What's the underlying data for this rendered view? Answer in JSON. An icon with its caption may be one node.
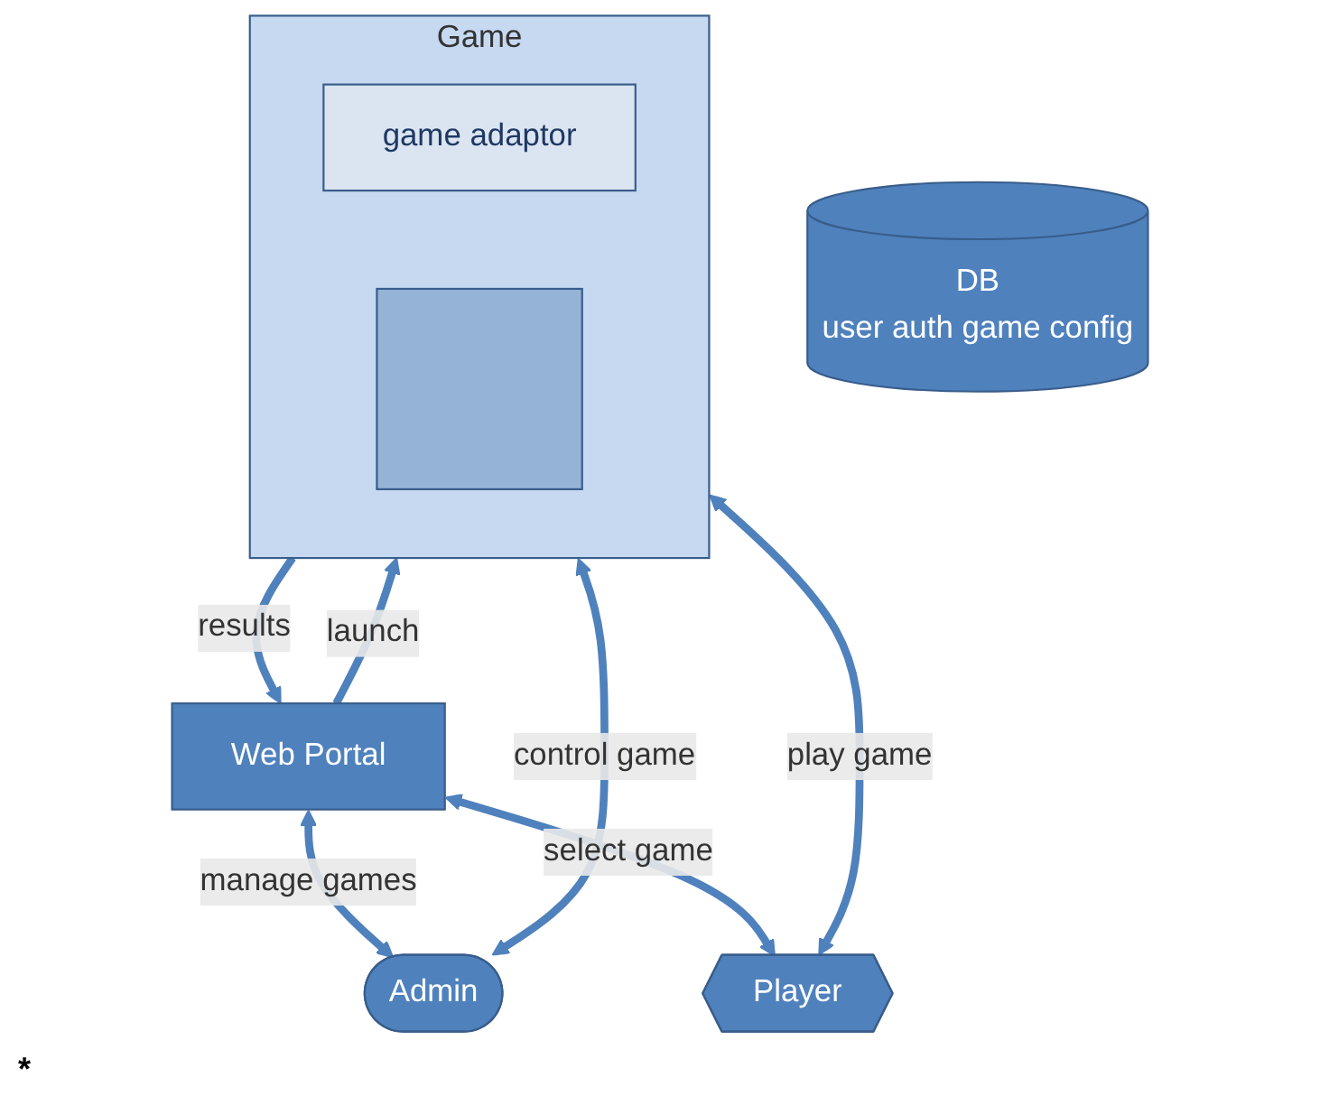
{
  "diagram": {
    "nodes": [
      {
        "text": [
          "Game"
        ]
      },
      {
        "text": [
          "game adaptor"
        ],
        "in": 0
      },
      {
        "text": [],
        "shape": "box",
        "in": 0
      },
      {
        "text": [
          "DB",
          "user auth game config"
        ]
      },
      {
        "text": [
          "Web Portal"
        ]
      },
      {
        "text": [
          "Admin"
        ]
      },
      {
        "text": [
          "Player"
        ]
      }
    ],
    "edges": [
      {
        "from": 4,
        "to": 0,
        "arrow": "to",
        "label": "launch"
      },
      {
        "from": 0,
        "to": 4,
        "arrow": "to",
        "label": "results"
      },
      {
        "from": 0,
        "to": 5,
        "arrow": "both",
        "label": "control game"
      },
      {
        "from": 0,
        "to": 6,
        "arrow": "both",
        "label": "play game"
      },
      {
        "from": 4,
        "to": 5,
        "arrow": "both",
        "label": "manage games"
      },
      {
        "from": 4,
        "to": 6,
        "arrow": "both",
        "label": "select game"
      }
    ],
    "labels": [
      "*"
    ]
  }
}
